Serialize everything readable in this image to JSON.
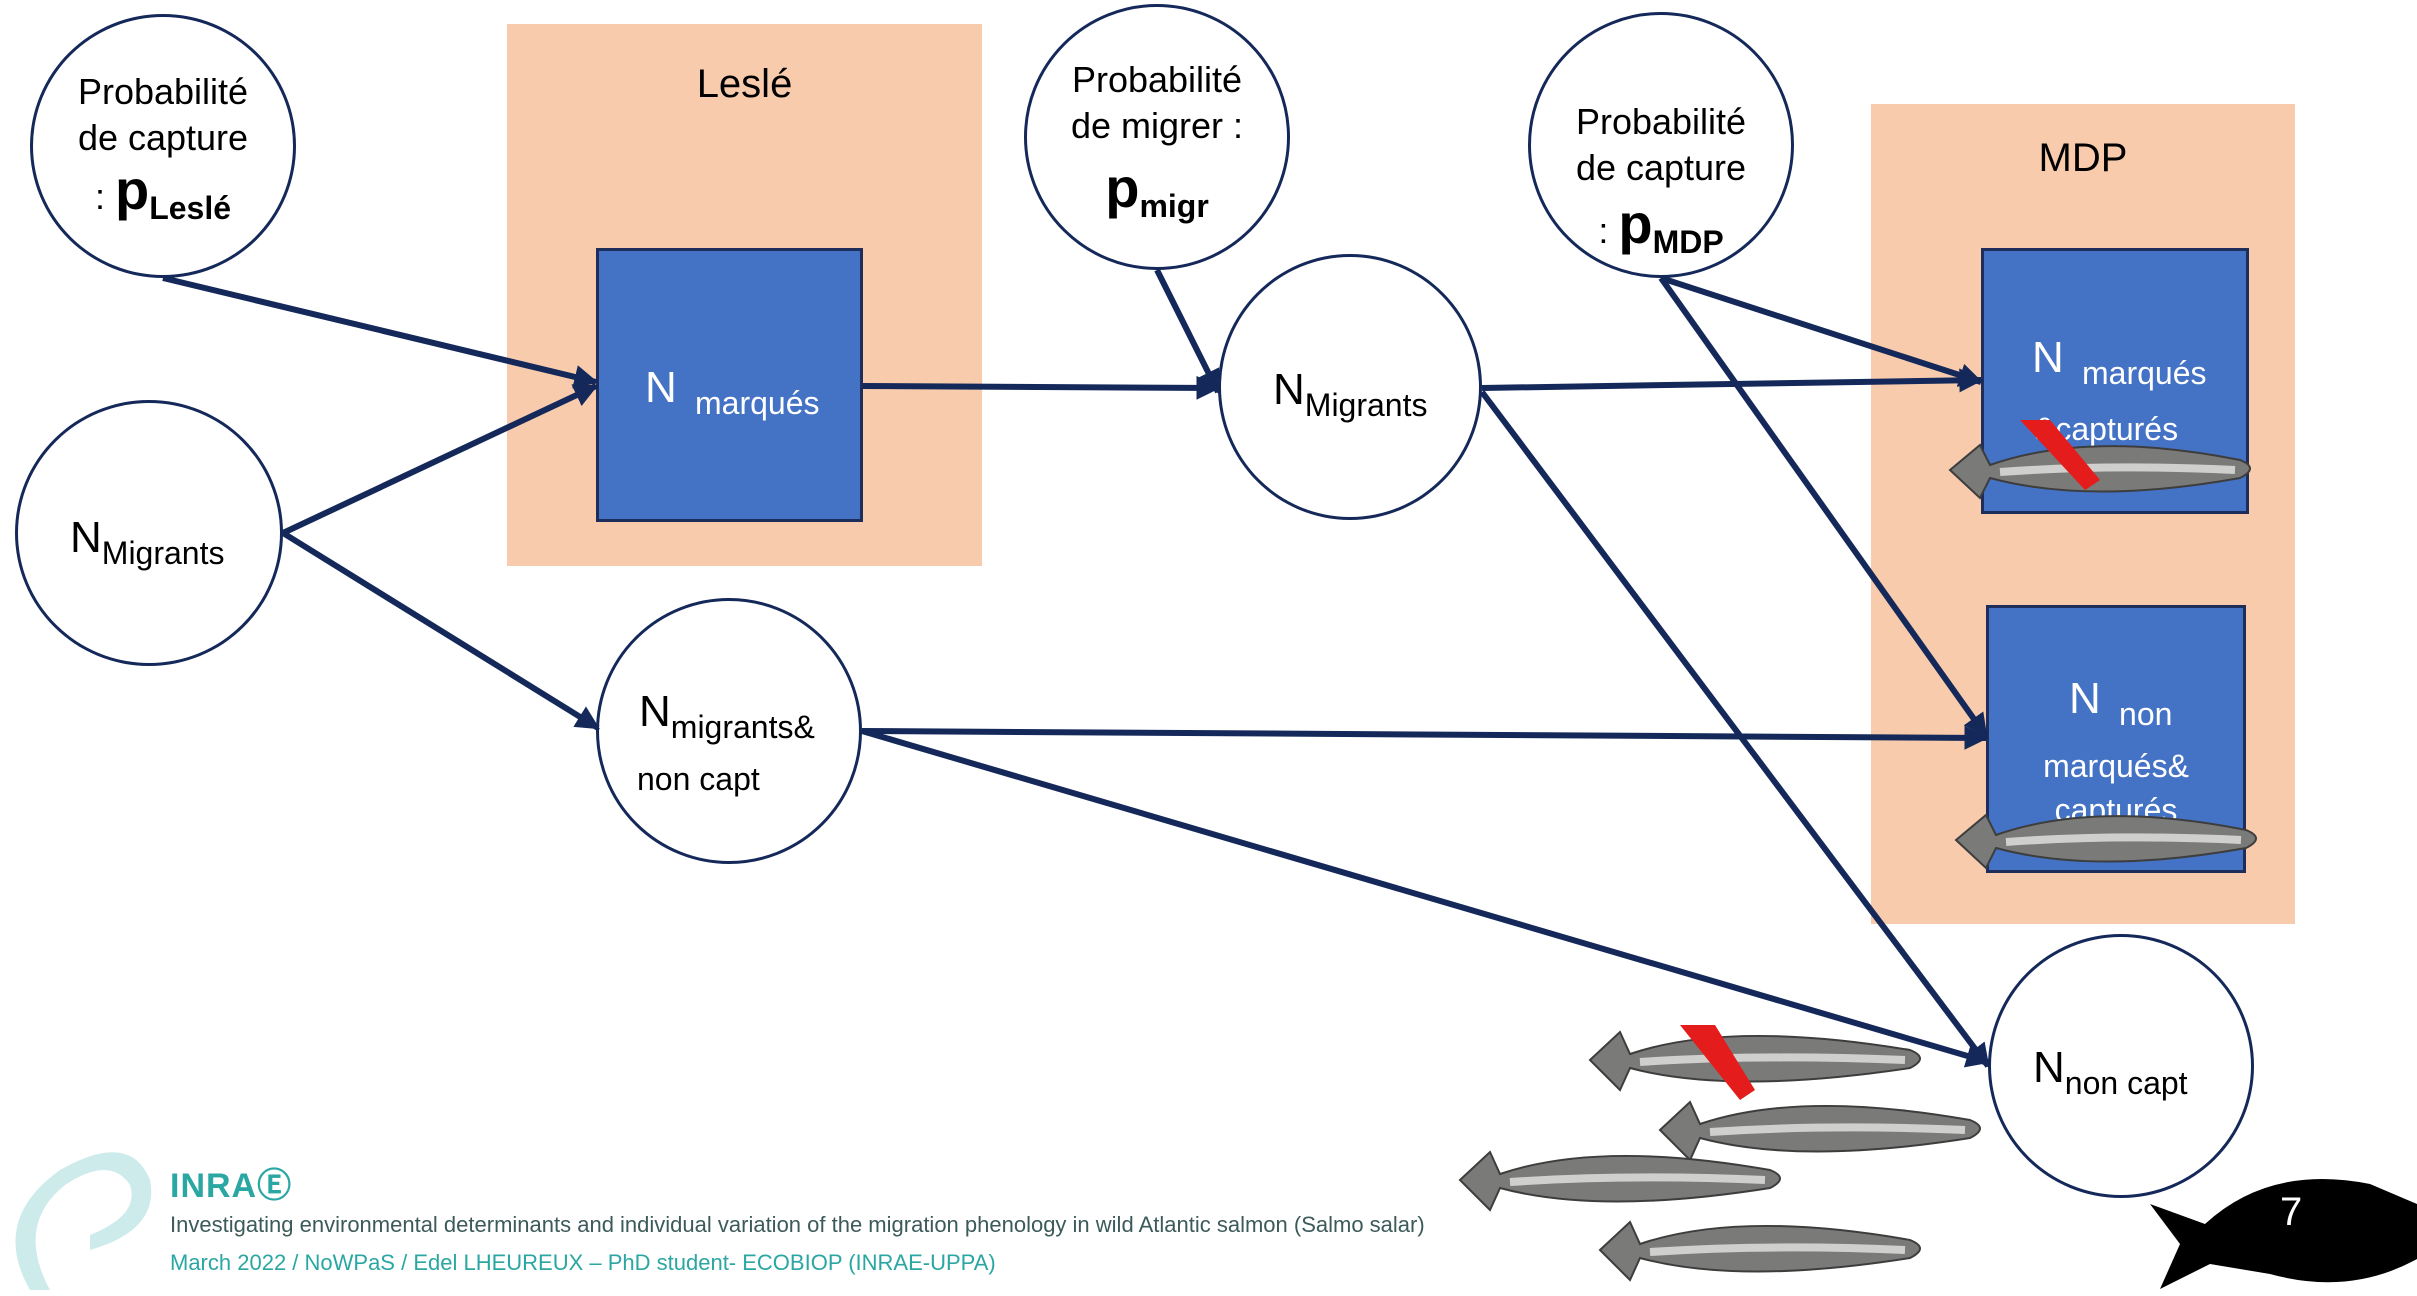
{
  "panels": {
    "lesle": {
      "title": "Leslé"
    },
    "mdp": {
      "title": "MDP"
    }
  },
  "nodes": {
    "p_lesle": {
      "line1": "Probabilité",
      "line2": "de capture",
      "prefix": ":",
      "symbol": "p",
      "subscript": "Leslé"
    },
    "p_migr": {
      "line1": "Probabilité",
      "line2": "de migrer :",
      "symbol": "p",
      "subscript": "migr"
    },
    "p_mdp": {
      "line1": "Probabilité",
      "line2": "de capture",
      "prefix": ":",
      "symbol": "p",
      "subscript": "MDP"
    },
    "n_migrants_left": {
      "symbol": "N",
      "subscript": "Migrants"
    },
    "n_marques": {
      "symbol": "N",
      "subscript": "marqués"
    },
    "n_migrants_mid": {
      "symbol": "N",
      "subscript": "Migrants"
    },
    "n_migrants_non_capt": {
      "symbol": "N",
      "subscript": "migrants&",
      "line2": "non capt"
    },
    "n_marques_captures": {
      "symbol": "N",
      "subscript": "marqués",
      "line2": "&capturés"
    },
    "n_non_marques_captures": {
      "symbol": "N",
      "subscript": "non",
      "line2": "marqués&",
      "line3": "capturés"
    },
    "n_non_capt": {
      "symbol": "N",
      "subscript": "non capt"
    }
  },
  "footer": {
    "logo": "INRAⒺ",
    "line1": "Investigating environmental determinants and individual variation of the migration phenology in wild Atlantic salmon (Salmo salar)",
    "line2": "March 2022 / NoWPaS / Edel LHEUREUX – PhD student- ECOBIOP (INRAE-UPPA)",
    "page_number": "7"
  },
  "colors": {
    "box": "#4472c4",
    "panel": "#f8cbad",
    "arrow": "#14285a",
    "tag": "#e51c1c",
    "teal": "#2aa7a2"
  }
}
